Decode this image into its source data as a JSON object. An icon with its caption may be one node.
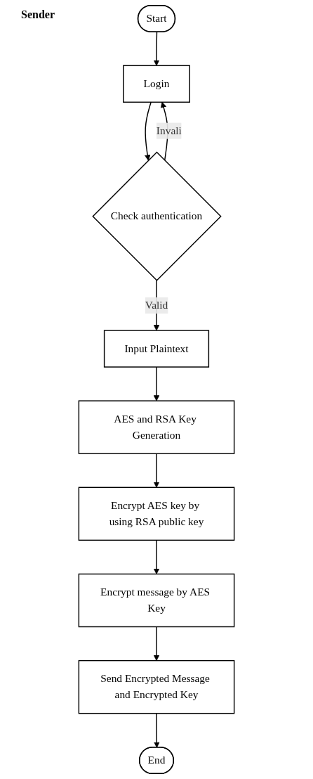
{
  "diagram": {
    "nodes": [
      {
        "text": [
          "Start"
        ]
      },
      {
        "text": [
          "Login"
        ]
      },
      {
        "text": [
          "Check authentication"
        ]
      },
      {
        "text": [
          "Input Plaintext"
        ]
      },
      {
        "text": [
          "AES and RSA Key Generation"
        ]
      },
      {
        "text": [
          "Encrypt AES key by using RSA public key"
        ]
      },
      {
        "text": [
          "Encrypt message by AES Key"
        ]
      },
      {
        "text": [
          "Send Encrypted Message and Encrypted Key"
        ]
      },
      {
        "text": [
          "End"
        ]
      }
    ],
    "edges": [
      {
        "from": 0,
        "to": 1,
        "arrow": "to"
      },
      {
        "from": 1,
        "to": 2,
        "arrow": "to"
      },
      {
        "from": 2,
        "to": 1,
        "arrow": "to",
        "label": "Invali"
      },
      {
        "from": 2,
        "to": 3,
        "arrow": "to",
        "label": "Valid"
      },
      {
        "from": 3,
        "to": 4,
        "arrow": "to"
      },
      {
        "from": 4,
        "to": 5,
        "arrow": "to"
      },
      {
        "from": 5,
        "to": 6,
        "arrow": "to"
      },
      {
        "from": 6,
        "to": 7,
        "arrow": "to"
      },
      {
        "from": 7,
        "to": 8,
        "arrow": "to"
      }
    ],
    "labels": [
      "Sender"
    ]
  }
}
